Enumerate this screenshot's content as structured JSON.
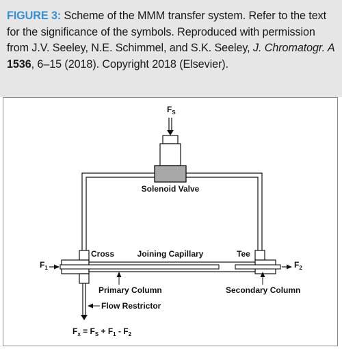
{
  "caption": {
    "label": "FIGURE 3:",
    "text_1": " Scheme of the MMM transfer system. Refer to the text for the significance of the symbols. Reproduced with permission from J.V. Seeley, N.E. Schimmel, and S.K. Seeley, ",
    "journal": "J. Chromatogr. A",
    "volume": "1536",
    "text_2": ", 6–15 (2018). Copyright 2018 (Elsevier)."
  },
  "diagram": {
    "fs_label": "F",
    "fs_sub": "S",
    "solenoid_valve": "Solenoid Valve",
    "cross": "Cross",
    "joining_capillary": "Joining Capillary",
    "tee": "Tee",
    "f1_label": "F",
    "f1_sub": "1",
    "f2_label": "F",
    "f2_sub": "2",
    "primary_column": "Primary Column",
    "secondary_column": "Secondary Column",
    "flow_restrictor": "Flow Restrictor",
    "equation": {
      "fx": "F",
      "fx_sub": "x",
      "eq": " = F",
      "fs_sub": "S",
      "plus": " + F",
      "f1_sub": "1",
      "minus": " - F",
      "f2_sub": "2"
    }
  }
}
